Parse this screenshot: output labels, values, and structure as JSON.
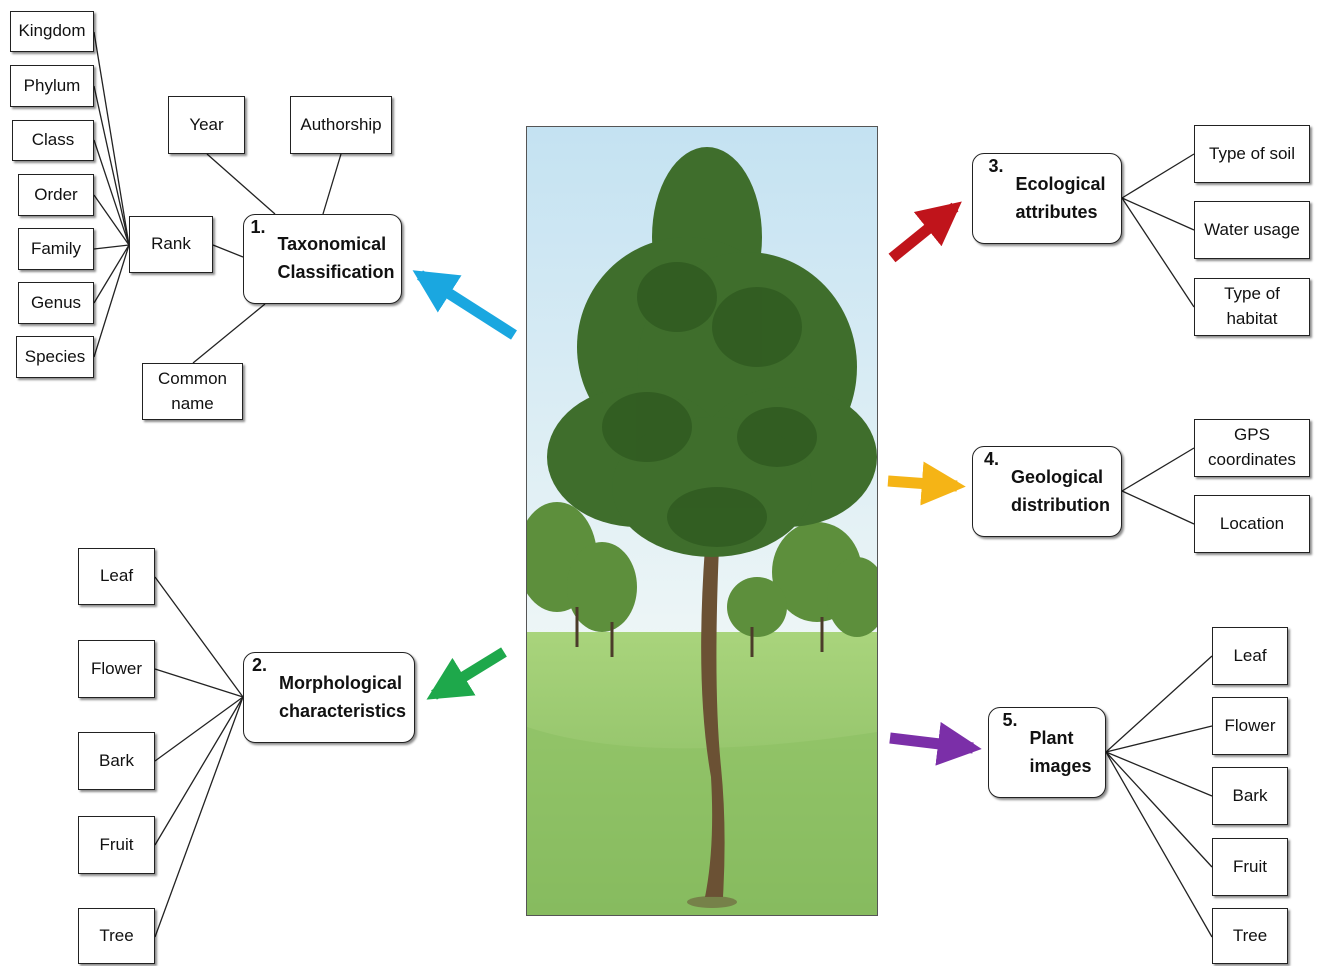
{
  "center_image": {
    "description_icon": "tree-photo",
    "sky_color": "#cfe6f2",
    "grass_color": "#9fcf72",
    "foliage_color": "#3f6e2c"
  },
  "taxonomy": {
    "number": "1.",
    "title": "Taxonomical\nClassification",
    "rank": "Rank",
    "year": "Year",
    "authorship": "Authorship",
    "common_name": "Common\nname",
    "ranks": [
      "Kingdom",
      "Phylum",
      "Class",
      "Order",
      "Family",
      "Genus",
      "Species"
    ],
    "arrow_color": "#1aa7e0"
  },
  "morphology": {
    "number": "2.",
    "title": "Morphological\ncharacteristics",
    "items": [
      "Leaf",
      "Flower",
      "Bark",
      "Fruit",
      "Tree"
    ],
    "arrow_color": "#1ea84b"
  },
  "ecology": {
    "number": "3.",
    "title": "Ecological\nattributes",
    "items": [
      "Type of soil",
      "Water usage",
      "Type of\nhabitat"
    ],
    "arrow_color": "#c0141b"
  },
  "geology": {
    "number": "4.",
    "title": "Geological\ndistribution",
    "items": [
      "GPS\ncoordinates",
      "Location"
    ],
    "arrow_color": "#f5b416"
  },
  "plant_images": {
    "number": "5.",
    "title": "Plant\nimages",
    "items": [
      "Leaf",
      "Flower",
      "Bark",
      "Fruit",
      "Tree"
    ],
    "arrow_color": "#7b2fa8"
  }
}
